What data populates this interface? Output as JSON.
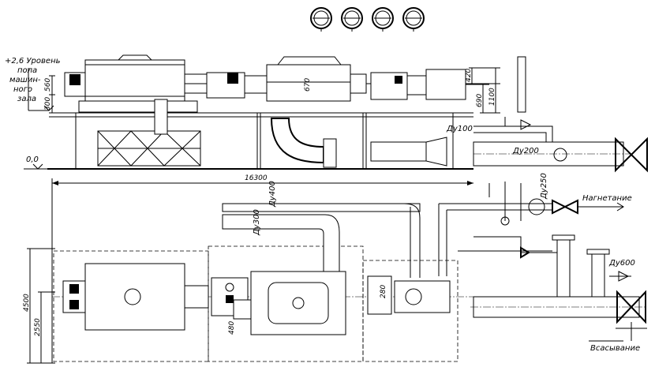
{
  "labels": {
    "level_top_line1": "+2,6 Уровень",
    "level_top_line2": "пола",
    "level_top_line3": "машин-",
    "level_top_line4": "ного",
    "level_top_line5": "зала",
    "level_zero": "0,0",
    "discharge": "Нагнетание",
    "suction": "Всасывание"
  },
  "dimensions": {
    "d300": "300",
    "d560": "560",
    "d420": "420",
    "d690": "690",
    "d1100": "1100",
    "d670": "670",
    "overall_length": "16300",
    "width_4500": "4500",
    "width_2550": "2550",
    "d480": "480",
    "d280": "280"
  },
  "pipes": {
    "du100": "Ду100",
    "du200": "Ду200",
    "du400": "Ду400",
    "du300": "Ду300",
    "du250": "Ду250",
    "du600": "Ду600"
  }
}
